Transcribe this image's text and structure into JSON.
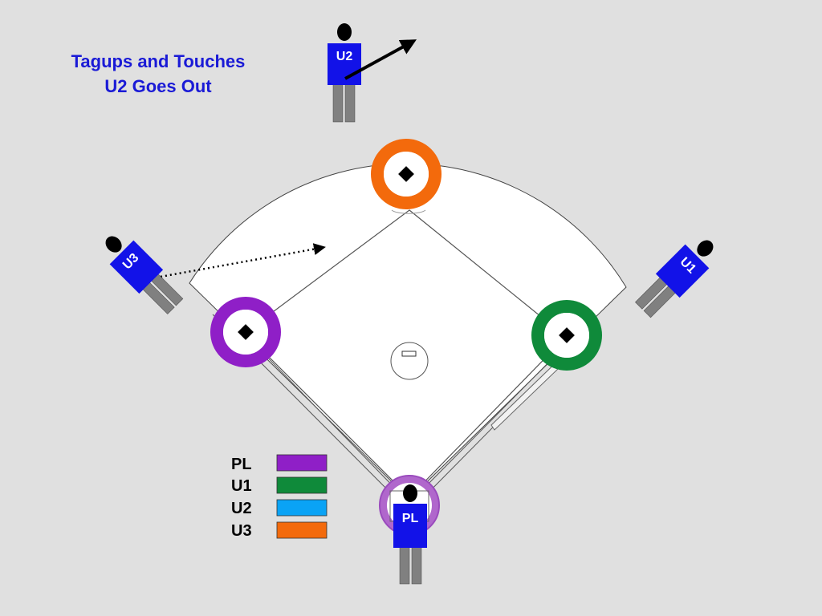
{
  "title": {
    "line1": "Tagups and Touches",
    "line2": "U2 Goes Out"
  },
  "umpires": {
    "pl": "PL",
    "u1": "U1",
    "u2": "U2",
    "u3": "U3"
  },
  "legend": [
    {
      "label": "PL",
      "color": "#8f1fc7"
    },
    {
      "label": "U1",
      "color": "#0f8a3a"
    },
    {
      "label": "U2",
      "color": "#0aa3f5"
    },
    {
      "label": "U3",
      "color": "#f36a0c"
    }
  ],
  "colors": {
    "background": "#e0e0e0",
    "field": "#ffffff",
    "umpire_shirt": "#1212e8",
    "umpire_legs": "#808080",
    "title": "#1a1ad6"
  }
}
